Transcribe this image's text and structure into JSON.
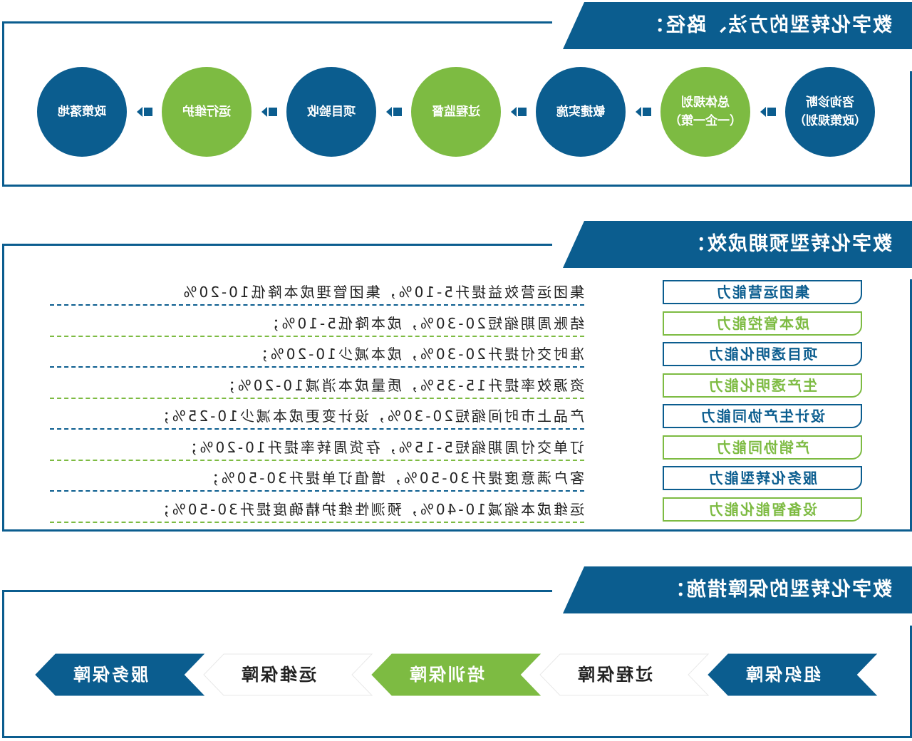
{
  "colors": {
    "blue": "#0b5d8f",
    "green": "#7dbb42"
  },
  "section1": {
    "title": "数字化转型的方法、路径：",
    "steps": [
      {
        "line1": "咨询诊断",
        "line2": "（政策规划）",
        "color": "blue"
      },
      {
        "line1": "总体规划",
        "line2": "（一企一策）",
        "color": "green"
      },
      {
        "line1": "敏捷实施",
        "line2": "",
        "color": "blue"
      },
      {
        "line1": "过程监督",
        "line2": "",
        "color": "green"
      },
      {
        "line1": "项目验收",
        "line2": "",
        "color": "blue"
      },
      {
        "line1": "运行维护",
        "line2": "",
        "color": "green"
      },
      {
        "line1": "政策落地",
        "line2": "",
        "color": "blue"
      }
    ]
  },
  "section2": {
    "title": "数字化转型预期成效：",
    "rows": [
      {
        "label": "集团运营能力",
        "desc": "集团运营效益提升5-10%，集团管理成本降低10-20%"
      },
      {
        "label": "成本管控能力",
        "desc": "结账周期缩短20-30%，成本降低5-10%；"
      },
      {
        "label": "项目透明化能力",
        "desc": "准时交付提升20-30%，成本减少10-20%；"
      },
      {
        "label": "生产透明化能力",
        "desc": "资源效率提升15-35%，质量成本消减10-20%；"
      },
      {
        "label": "设计生产协同能力",
        "desc": "产品上市时间缩短20-30%，设计变更成本减少10-25%；"
      },
      {
        "label": "产销协同能力",
        "desc": "订单交付周期缩短5-15%，存货周转率提升10-20%；"
      },
      {
        "label": "服务化转型能力",
        "desc": "客户满意度提升30-50%，增值订单提升30-50%；"
      },
      {
        "label": "设备智能化能力",
        "desc": "运维成本缩减10-40%，预测性维护精确度提升30-50%；"
      }
    ]
  },
  "section3": {
    "title": "数字化转型的保障措施：",
    "measures": [
      {
        "label": "组织保障",
        "style": "blue"
      },
      {
        "label": "过程保障",
        "style": "white"
      },
      {
        "label": "培训保障",
        "style": "green"
      },
      {
        "label": "运维保障",
        "style": "white"
      },
      {
        "label": "服务保障",
        "style": "blue"
      }
    ]
  }
}
